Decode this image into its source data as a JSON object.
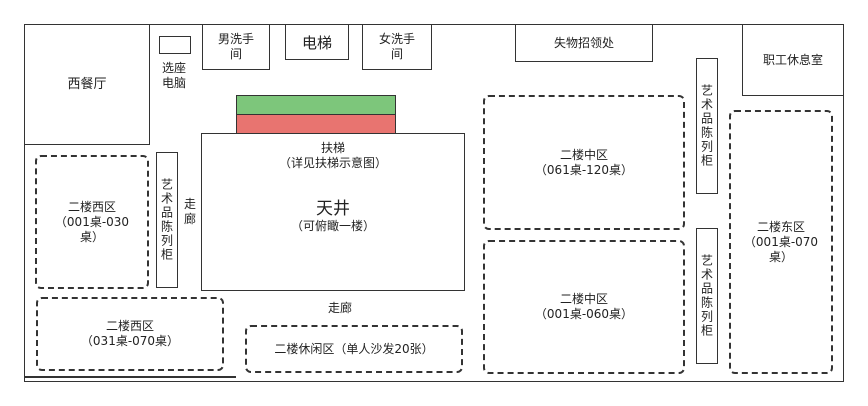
{
  "floor": {
    "west_restaurant": "西餐厅",
    "seat_select_computer": "选座\n电脑",
    "mens_restroom": "男洗手\n间",
    "elevator": "电梯",
    "womens_restroom": "女洗手\n间",
    "lost_and_found": "失物招领处",
    "staff_lounge": "职工休息室",
    "escalator_title": "扶梯",
    "escalator_note": "（详见扶梯示意图）",
    "atrium_title": "天井",
    "atrium_note": "（可俯瞰一楼）",
    "corridor_left": "走\n廊",
    "corridor_bottom": "走廊",
    "art_display_left": "艺术品陈列柜",
    "art_display_right_top": "艺术品陈列柜",
    "art_display_right_bottom": "艺术品陈列柜",
    "west_zone_a_title": "二楼西区",
    "west_zone_a_seats": "（001桌-030\n桌）",
    "west_zone_b_title": "二楼西区",
    "west_zone_b_seats": "（031桌-070桌）",
    "lounge_zone": "二楼休闲区（单人沙发20张）",
    "middle_zone_a_title": "二楼中区",
    "middle_zone_a_seats": "（061桌-120桌）",
    "middle_zone_b_title": "二楼中区",
    "middle_zone_b_seats": "（001桌-060桌）",
    "east_zone_title": "二楼东区",
    "east_zone_seats": "（001桌-070\n桌）"
  },
  "colors": {
    "escalator_up": "#7dc67b",
    "escalator_down": "#e87470",
    "border": "#333333"
  }
}
